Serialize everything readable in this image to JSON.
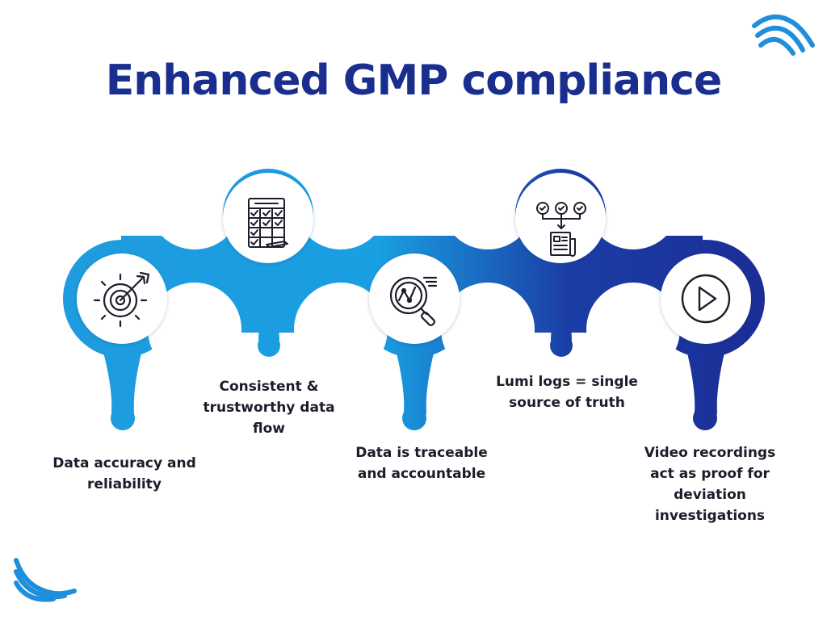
{
  "title": "Enhanced GMP compliance",
  "colors": {
    "title": "#1a2e8f",
    "gradient_start": "#1f9bdf",
    "gradient_end": "#1b2d96",
    "logo": "#1f8fdb"
  },
  "steps": [
    {
      "icon": "target-gear-icon",
      "label": "Data accuracy and reliability"
    },
    {
      "icon": "checklist-calendar-icon",
      "label": "Consistent & trustworthy data flow"
    },
    {
      "icon": "magnifier-analytics-icon",
      "label": "Data is traceable and accountable"
    },
    {
      "icon": "checks-to-document-icon",
      "label": "Lumi logs = single source of truth"
    },
    {
      "icon": "play-button-icon",
      "label": "Video recordings act as proof for deviation investigations"
    }
  ]
}
